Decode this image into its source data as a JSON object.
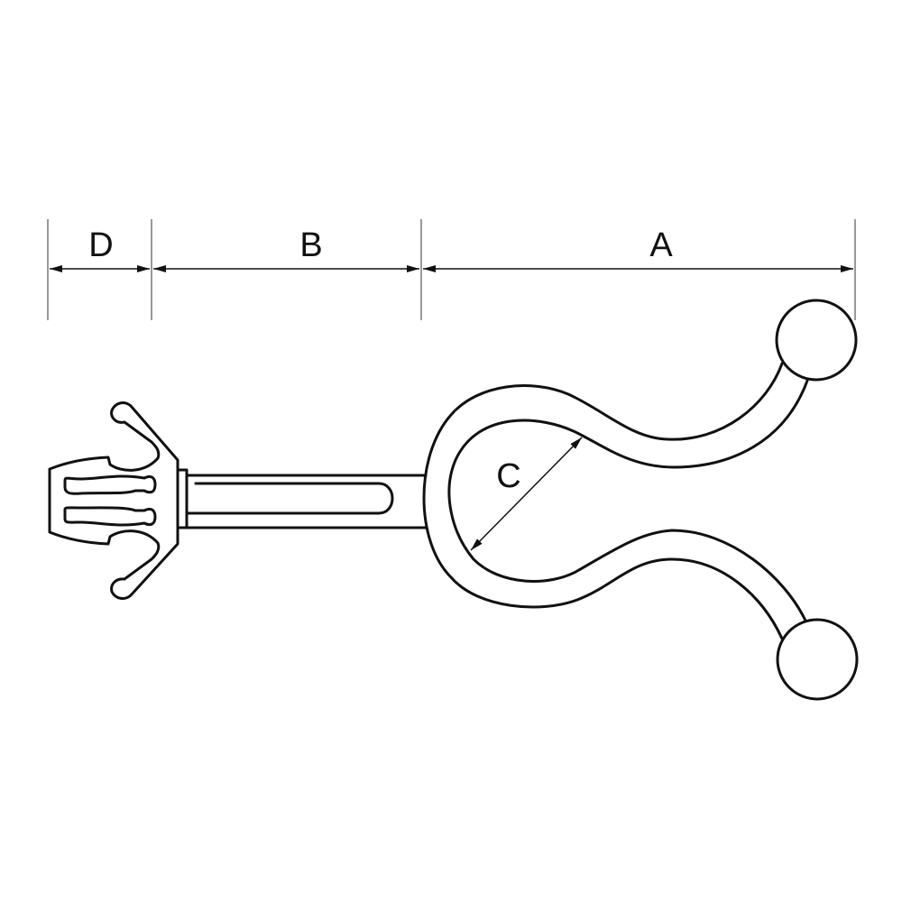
{
  "diagram": {
    "labels": {
      "D": "D",
      "B": "B",
      "A": "A",
      "C": "C"
    },
    "colors": {
      "line": "#111111",
      "extension_line": "#777777",
      "background": "#ffffff"
    }
  }
}
